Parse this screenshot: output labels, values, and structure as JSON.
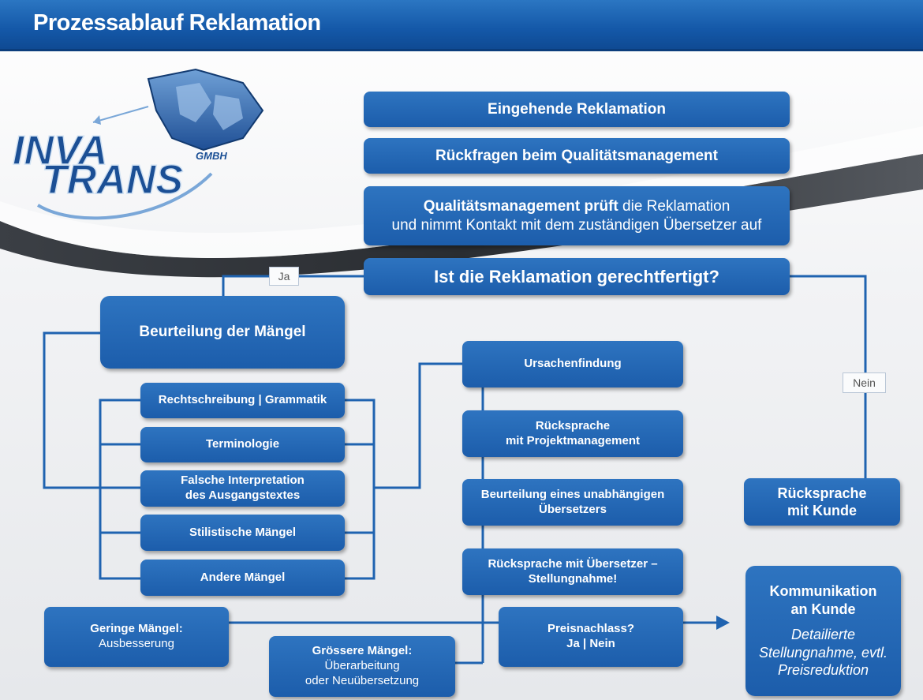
{
  "header": {
    "title": "Prozessablauf Reklamation"
  },
  "logo": {
    "line1": "INVA",
    "line2": "TRANS",
    "suffix": "GMBH"
  },
  "flow": {
    "incoming": "Eingehende Reklamation",
    "queries": "Rückfragen beim Qualitätsmanagement",
    "qm_check_bold": "Qualitätsmanagement prüft",
    "qm_check_rest": " die Reklamation",
    "qm_check_line2": "und nimmt Kontakt mit dem zuständigen Übersetzer auf",
    "question": "Ist die Reklamation gerechtfertigt?",
    "yes": "Ja",
    "no": "Nein",
    "assessment": "Beurteilung der Mängel",
    "defects": [
      [
        "Rechtschreibung | Grammatik"
      ],
      [
        "Terminologie"
      ],
      [
        "Falsche Interpretation",
        "des Ausgangstextes"
      ],
      [
        "Stilistische Mängel"
      ],
      [
        "Andere Mängel"
      ]
    ],
    "steps": [
      [
        "Ursachenfindung"
      ],
      [
        "Rücksprache",
        "mit Projektmanagement"
      ],
      [
        "Beurteilung eines unabhängigen",
        "Übersetzers"
      ],
      [
        "Rücksprache mit Übersetzer –",
        "Stellungnahme!"
      ]
    ],
    "minor": {
      "title": "Geringe Mängel:",
      "detail": "Ausbesserung"
    },
    "major": {
      "title": "Grössere Mängel:",
      "detail1": "Überarbeitung",
      "detail2": "oder Neuübersetzung"
    },
    "discount": {
      "line1": "Preisnachlass?",
      "line2": "Ja | Nein"
    },
    "customer_consult": {
      "line1": "Rücksprache",
      "line2": "mit Kunde"
    },
    "communication": {
      "line1": "Kommunikation",
      "line2": "an Kunde",
      "detail1": "Detailierte",
      "detail2": "Stellungnahme, evtl.",
      "detail3": "Preisreduktion"
    }
  },
  "colors": {
    "box": "#1f63b0",
    "header": "#1458a8",
    "line": "#1f63b0"
  }
}
